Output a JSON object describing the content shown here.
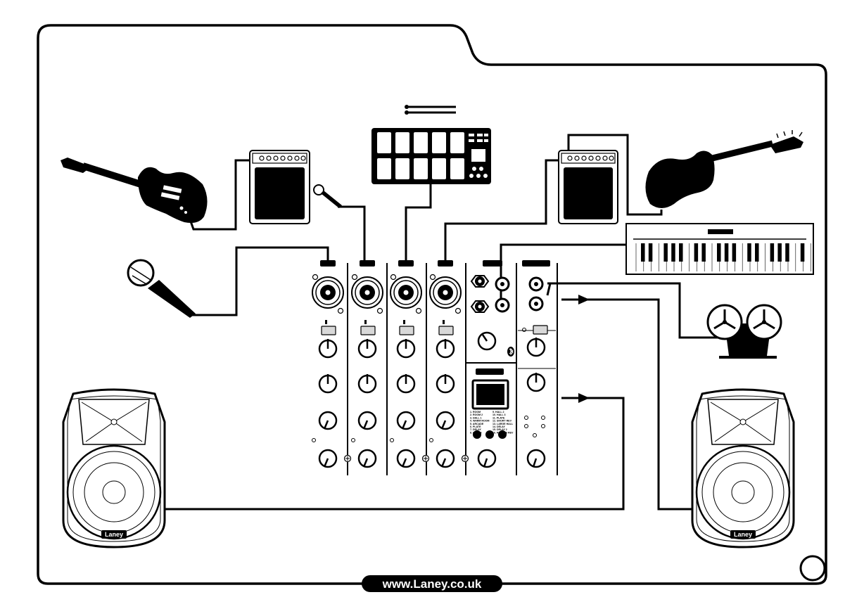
{
  "footer": {
    "website": "www.Laney.co.uk"
  },
  "speakers": {
    "left_logo": "Laney",
    "right_logo": "Laney"
  },
  "fx": {
    "presets_left": [
      "1. ROOM",
      "2. ROOM 2",
      "3. HALL 1",
      "4. WARM ROOM",
      "5. ARCADE",
      "6. PLATE",
      "7. DELAY",
      "8. HALL 4"
    ],
    "presets_right": [
      "9. HALL 2",
      "10. HALL 3",
      "11. PLATE",
      "12. SHORT REV",
      "13. LARGE HALL",
      "14. DELAY",
      "15. DELAY 2",
      "16. REVERB REV"
    ]
  },
  "colors": {
    "ink": "#000000",
    "paper": "#ffffff",
    "button_grey": "#d8d8d8"
  },
  "icons": {
    "bluetooth": "bluetooth-icon",
    "tape": "tape-reel-icon"
  }
}
